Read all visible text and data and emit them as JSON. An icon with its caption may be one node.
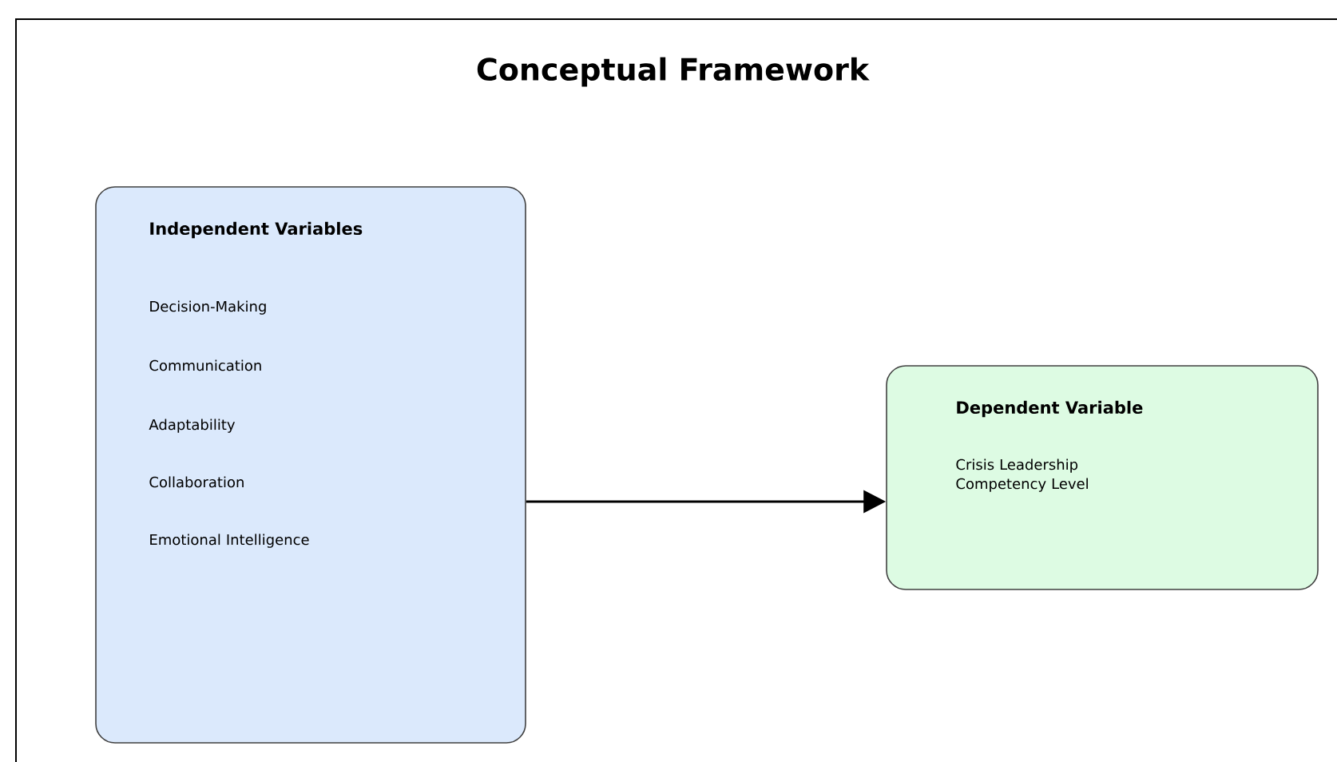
{
  "diagram": {
    "title": "Conceptual Framework",
    "nodes": [
      {
        "text": [
          "Independent Variables",
          "Decision-Making",
          "Communication",
          "Adaptability",
          "Collaboration",
          "Emotional Intelligence"
        ]
      },
      {
        "text": [
          "Dependent Variable",
          "Crisis Leadership Competency Level"
        ]
      }
    ],
    "edges": [
      {
        "from": 0,
        "to": 1,
        "arrow": "to"
      }
    ]
  }
}
